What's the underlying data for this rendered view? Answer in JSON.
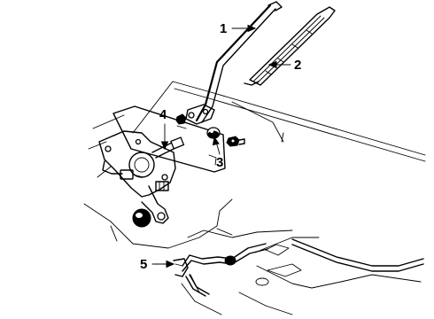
{
  "callouts": [
    {
      "number": "1",
      "part": "wiper-arm"
    },
    {
      "number": "2",
      "part": "wiper-blade"
    },
    {
      "number": "3",
      "part": "pivot-cap-and-nut"
    },
    {
      "number": "4",
      "part": "wiper-motor"
    },
    {
      "number": "5",
      "part": "wiring-harness"
    }
  ],
  "colors": {
    "line": "#000000",
    "background": "#ffffff"
  }
}
